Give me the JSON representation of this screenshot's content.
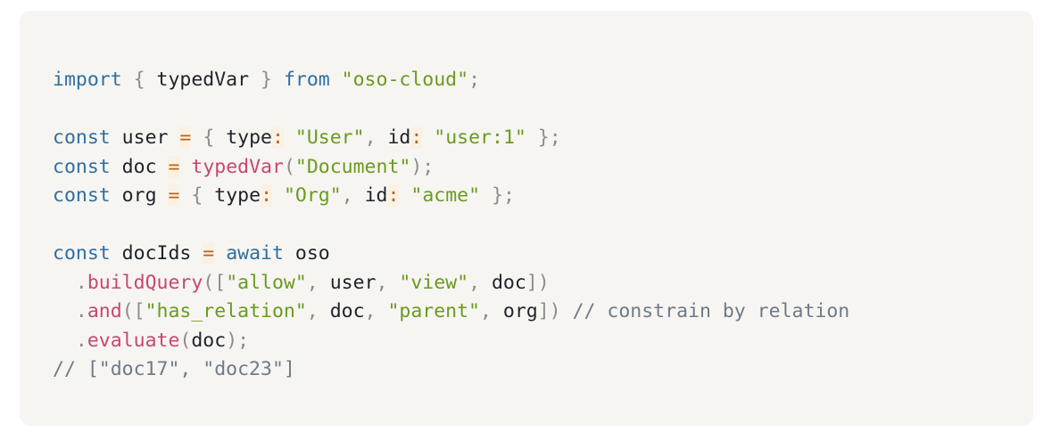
{
  "code": {
    "lines": [
      [
        {
          "t": "import",
          "c": "kw"
        },
        {
          "t": " ",
          "c": ""
        },
        {
          "t": "{",
          "c": "punc"
        },
        {
          "t": " typedVar ",
          "c": ""
        },
        {
          "t": "}",
          "c": "punc"
        },
        {
          "t": " ",
          "c": ""
        },
        {
          "t": "from",
          "c": "kw"
        },
        {
          "t": " ",
          "c": ""
        },
        {
          "t": "\"oso-cloud\"",
          "c": "str"
        },
        {
          "t": ";",
          "c": "punc"
        }
      ],
      [],
      [
        {
          "t": "const",
          "c": "kw"
        },
        {
          "t": " user ",
          "c": ""
        },
        {
          "t": "=",
          "c": "op"
        },
        {
          "t": " ",
          "c": ""
        },
        {
          "t": "{",
          "c": "punc"
        },
        {
          "t": " type",
          "c": ""
        },
        {
          "t": ":",
          "c": "op"
        },
        {
          "t": " ",
          "c": ""
        },
        {
          "t": "\"User\"",
          "c": "str"
        },
        {
          "t": ",",
          "c": "punc"
        },
        {
          "t": " id",
          "c": ""
        },
        {
          "t": ":",
          "c": "op"
        },
        {
          "t": " ",
          "c": ""
        },
        {
          "t": "\"user:1\"",
          "c": "str"
        },
        {
          "t": " ",
          "c": ""
        },
        {
          "t": "};",
          "c": "punc"
        }
      ],
      [
        {
          "t": "const",
          "c": "kw"
        },
        {
          "t": " doc ",
          "c": ""
        },
        {
          "t": "=",
          "c": "op"
        },
        {
          "t": " ",
          "c": ""
        },
        {
          "t": "typedVar",
          "c": "fn"
        },
        {
          "t": "(",
          "c": "punc"
        },
        {
          "t": "\"Document\"",
          "c": "str"
        },
        {
          "t": ");",
          "c": "punc"
        }
      ],
      [
        {
          "t": "const",
          "c": "kw"
        },
        {
          "t": " org ",
          "c": ""
        },
        {
          "t": "=",
          "c": "op"
        },
        {
          "t": " ",
          "c": ""
        },
        {
          "t": "{",
          "c": "punc"
        },
        {
          "t": " type",
          "c": ""
        },
        {
          "t": ":",
          "c": "op"
        },
        {
          "t": " ",
          "c": ""
        },
        {
          "t": "\"Org\"",
          "c": "str"
        },
        {
          "t": ",",
          "c": "punc"
        },
        {
          "t": " id",
          "c": ""
        },
        {
          "t": ":",
          "c": "op"
        },
        {
          "t": " ",
          "c": ""
        },
        {
          "t": "\"acme\"",
          "c": "str"
        },
        {
          "t": " ",
          "c": ""
        },
        {
          "t": "};",
          "c": "punc"
        }
      ],
      [],
      [
        {
          "t": "const",
          "c": "kw"
        },
        {
          "t": " docIds ",
          "c": ""
        },
        {
          "t": "=",
          "c": "op"
        },
        {
          "t": " ",
          "c": ""
        },
        {
          "t": "await",
          "c": "kw"
        },
        {
          "t": " oso",
          "c": ""
        }
      ],
      [
        {
          "t": "  ",
          "c": ""
        },
        {
          "t": ".",
          "c": "punc"
        },
        {
          "t": "buildQuery",
          "c": "fn"
        },
        {
          "t": "([",
          "c": "punc"
        },
        {
          "t": "\"allow\"",
          "c": "str"
        },
        {
          "t": ",",
          "c": "punc"
        },
        {
          "t": " user",
          "c": ""
        },
        {
          "t": ",",
          "c": "punc"
        },
        {
          "t": " ",
          "c": ""
        },
        {
          "t": "\"view\"",
          "c": "str"
        },
        {
          "t": ",",
          "c": "punc"
        },
        {
          "t": " doc",
          "c": ""
        },
        {
          "t": "])",
          "c": "punc"
        }
      ],
      [
        {
          "t": "  ",
          "c": ""
        },
        {
          "t": ".",
          "c": "punc"
        },
        {
          "t": "and",
          "c": "fn"
        },
        {
          "t": "([",
          "c": "punc"
        },
        {
          "t": "\"has_relation\"",
          "c": "str"
        },
        {
          "t": ",",
          "c": "punc"
        },
        {
          "t": " doc",
          "c": ""
        },
        {
          "t": ",",
          "c": "punc"
        },
        {
          "t": " ",
          "c": ""
        },
        {
          "t": "\"parent\"",
          "c": "str"
        },
        {
          "t": ",",
          "c": "punc"
        },
        {
          "t": " org",
          "c": ""
        },
        {
          "t": "])",
          "c": "punc"
        },
        {
          "t": " ",
          "c": ""
        },
        {
          "t": "// constrain by relation",
          "c": "cm"
        }
      ],
      [
        {
          "t": "  ",
          "c": ""
        },
        {
          "t": ".",
          "c": "punc"
        },
        {
          "t": "evaluate",
          "c": "fn"
        },
        {
          "t": "(",
          "c": "punc"
        },
        {
          "t": "doc",
          "c": ""
        },
        {
          "t": ");",
          "c": "punc"
        }
      ],
      [
        {
          "t": "// [\"doc17\", \"doc23\"]",
          "c": "cm"
        }
      ]
    ]
  }
}
